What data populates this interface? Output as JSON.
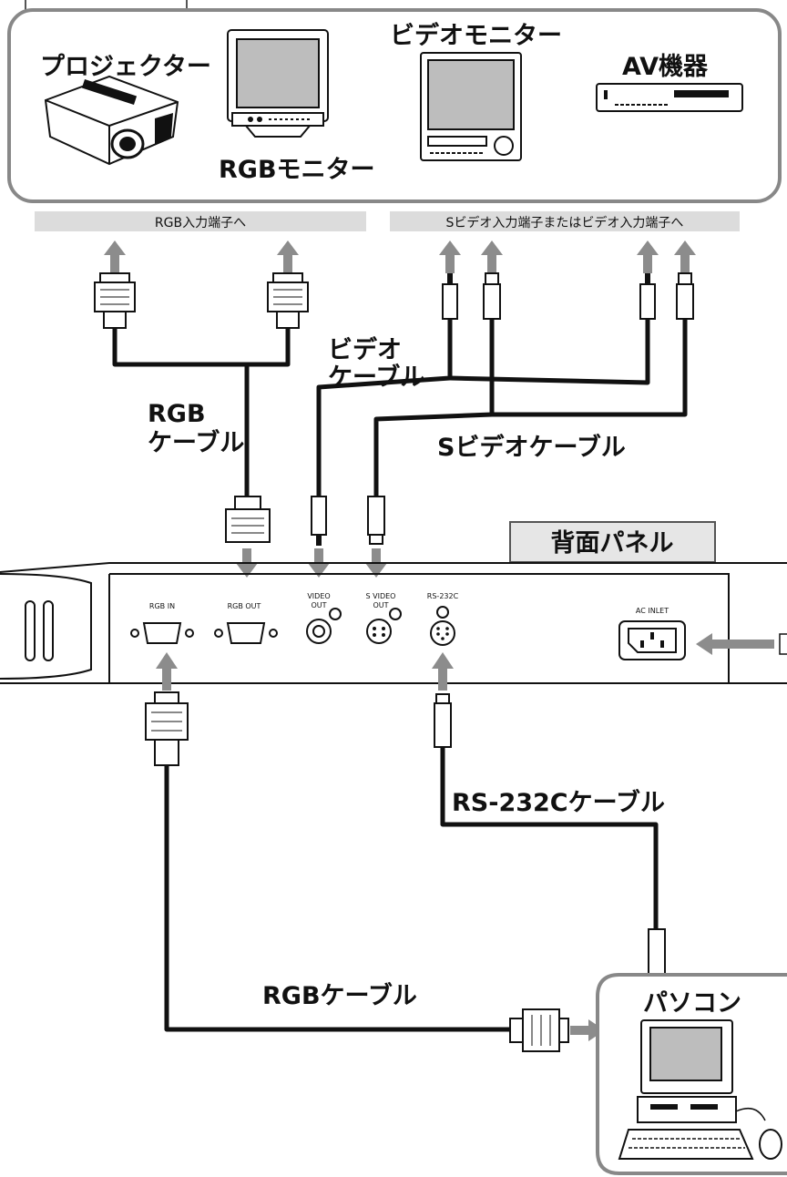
{
  "devices": {
    "projector": "プロジェクター",
    "rgb_monitor": "RGBモニター",
    "video_monitor": "ビデオモニター",
    "av_equipment": "AV機器",
    "pc": "パソコン"
  },
  "bands": {
    "rgb_input": "RGB入力端子へ",
    "video_input": "Sビデオ入力端子またはビデオ入力端子へ"
  },
  "cables": {
    "rgb_top_1": "RGB",
    "rgb_top_2": "ケーブル",
    "video_1": "ビデオ",
    "video_2": "ケーブル",
    "svideo": "Sビデオケーブル",
    "rs232c": "RS-232Cケーブル",
    "rgb_bottom": "RGBケーブル"
  },
  "panel": {
    "title": "背面パネル",
    "ports": {
      "rgb_in": "RGB IN",
      "rgb_out": "RGB OUT",
      "video_out_1": "VIDEO",
      "video_out_2": "OUT",
      "svideo_out_1": "S VIDEO",
      "svideo_out_2": "OUT",
      "rs232c": "RS-232C",
      "ac_inlet": "AC INLET"
    }
  },
  "colors": {
    "arrow": "#8c8c8c",
    "band": "#dcdcdc",
    "title_box": "#e6e6e6",
    "device_border": "#888888"
  }
}
